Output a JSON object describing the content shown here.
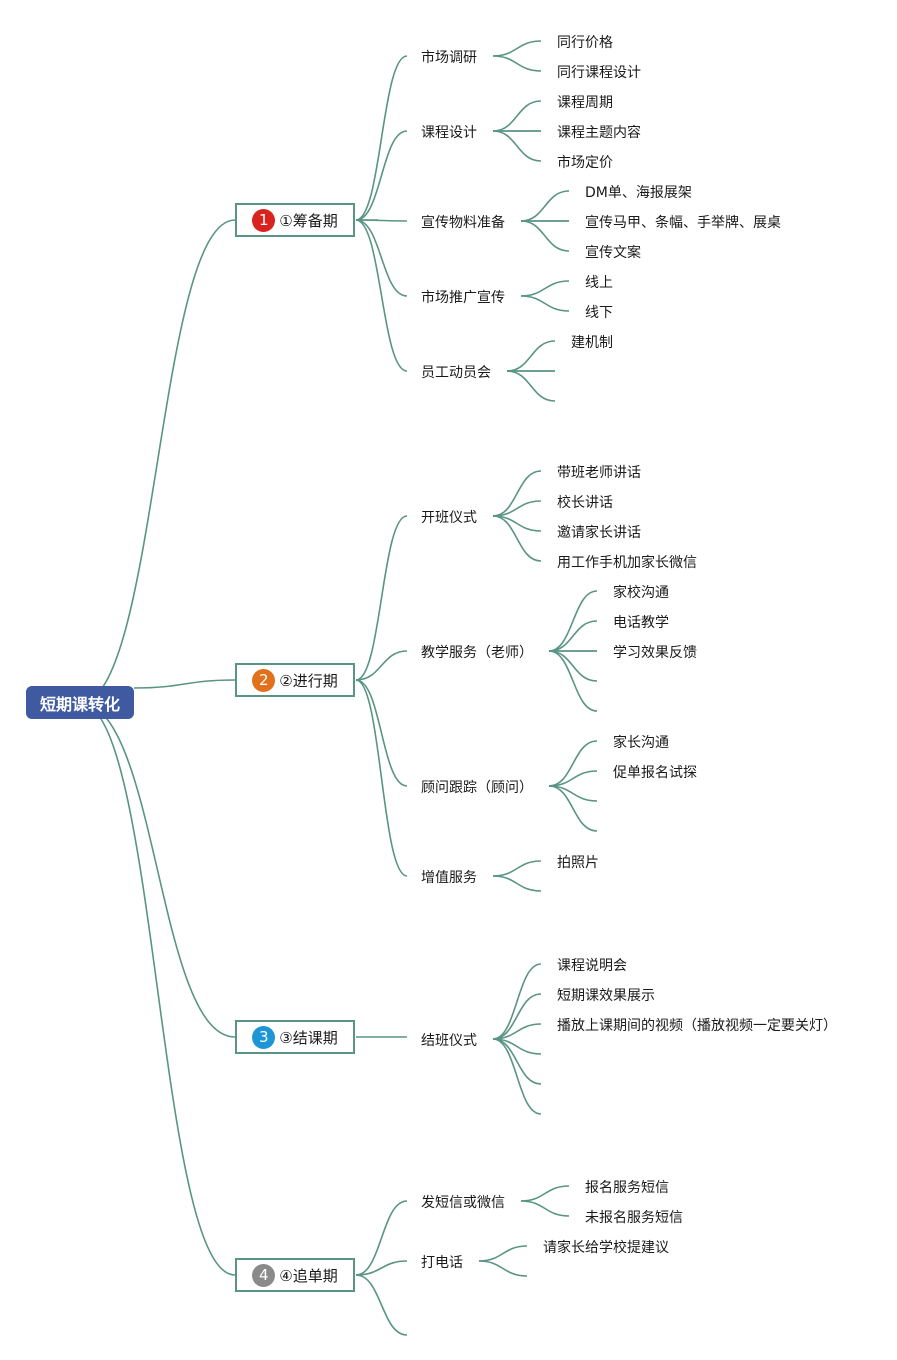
{
  "root": {
    "label": "短期课转化",
    "color": "#3f5aa0"
  },
  "line_color": "#5a9484",
  "phases": [
    {
      "number": "1",
      "label": "①筹备期",
      "badge_color": "#d8231f",
      "branches": [
        {
          "label": "市场调研",
          "children": [
            "同行价格",
            "同行课程设计"
          ]
        },
        {
          "label": "课程设计",
          "children": [
            "课程周期",
            "课程主题内容",
            "市场定价"
          ]
        },
        {
          "label": "宣传物料准备",
          "children": [
            "DM单、海报展架",
            "宣传马甲、条幅、手举牌、展桌",
            "宣传文案"
          ]
        },
        {
          "label": "市场推广宣传",
          "children": [
            "线上",
            "线下"
          ]
        },
        {
          "label": "员工动员会",
          "children": [
            "建机制",
            "",
            ""
          ]
        }
      ]
    },
    {
      "number": "2",
      "label": "②进行期",
      "badge_color": "#e2701c",
      "branches": [
        {
          "label": "开班仪式",
          "children": [
            "带班老师讲话",
            "校长讲话",
            "邀请家长讲话",
            "用工作手机加家长微信"
          ]
        },
        {
          "label": "教学服务（老师）",
          "children": [
            "家校沟通",
            "电话教学",
            "学习效果反馈",
            "",
            ""
          ]
        },
        {
          "label": "顾问跟踪（顾问）",
          "children": [
            "家长沟通",
            "促单报名试探",
            "",
            ""
          ]
        },
        {
          "label": "增值服务",
          "children": [
            "拍照片",
            ""
          ]
        }
      ]
    },
    {
      "number": "3",
      "label": "③结课期",
      "badge_color": "#1e96d6",
      "branches": [
        {
          "label": "结班仪式",
          "children": [
            "课程说明会",
            "短期课效果展示",
            "播放上课期间的视频（播放视频一定要关灯）",
            "",
            ""
          ]
        }
      ]
    },
    {
      "number": "4",
      "label": "④追单期",
      "badge_color": "#8a8a8a",
      "branches": [
        {
          "label": "发短信或微信",
          "children": [
            "报名服务短信",
            "未报名服务短信"
          ]
        },
        {
          "label": "打电话",
          "children": [
            "请家长给学校提建议",
            ""
          ]
        },
        {
          "label": "",
          "children": []
        }
      ]
    }
  ]
}
